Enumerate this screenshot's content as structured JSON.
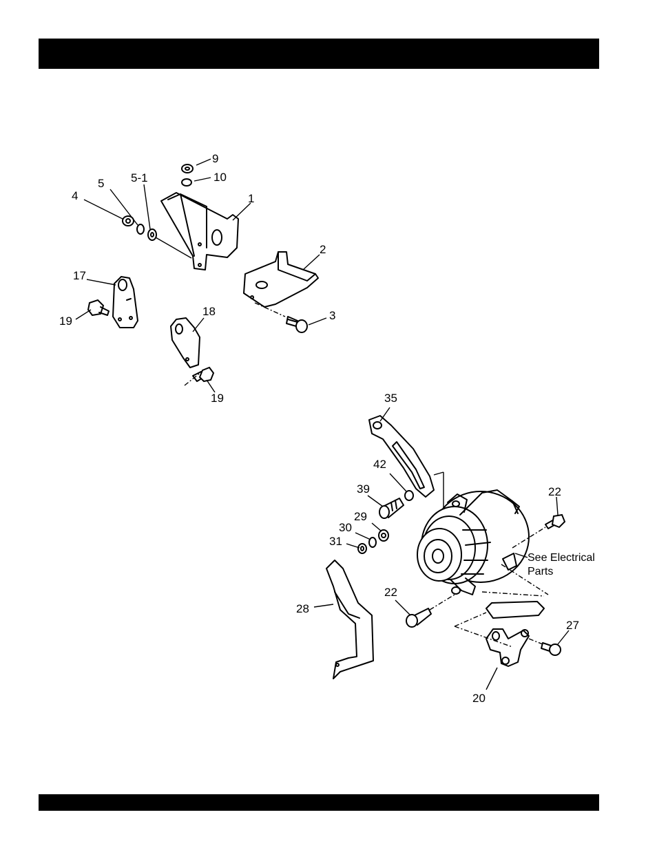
{
  "header_bar": {
    "color": "#000000"
  },
  "footer_bar": {
    "color": "#000000"
  },
  "callouts": {
    "c9": "9",
    "c10": "10",
    "c5": "5",
    "c5_1": "5-1",
    "c4": "4",
    "c1": "1",
    "c2": "2",
    "c3": "3",
    "c17": "17",
    "c19a": "19",
    "c18": "18",
    "c19b": "19",
    "c35": "35",
    "c42": "42",
    "c39": "39",
    "c29": "29",
    "c30": "30",
    "c31": "31",
    "c22a": "22",
    "c22b": "22",
    "c28": "28",
    "c27": "27",
    "c20": "20"
  },
  "note": {
    "line1": "See Electrical",
    "line2": "Parts"
  }
}
